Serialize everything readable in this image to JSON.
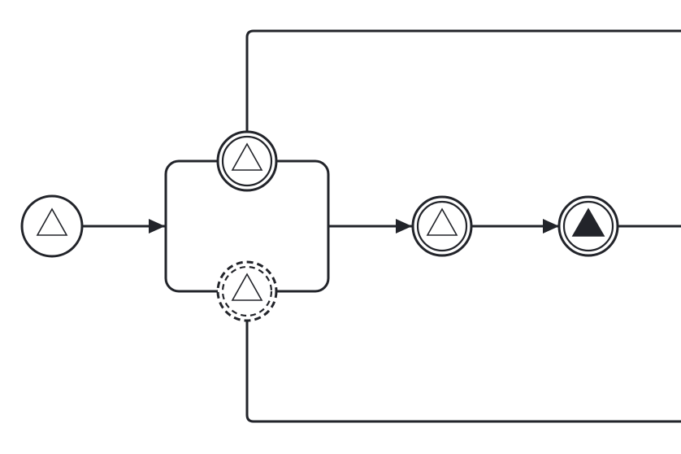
{
  "diagram": {
    "type": "bpmn-signal-event-flow",
    "colors": {
      "stroke": "#22242a",
      "background": "#ffffff",
      "filled_marker": "#22242a"
    },
    "nodes": [
      {
        "id": "start-event",
        "kind": "signal-start-event",
        "marker": "signal-outline-icon"
      },
      {
        "id": "sub-process",
        "kind": "sub-process"
      },
      {
        "id": "boundary-event-interrupting",
        "kind": "signal-boundary-event-interrupting",
        "marker": "signal-outline-icon"
      },
      {
        "id": "boundary-event-non-interrupting",
        "kind": "signal-boundary-event-non-interrupting",
        "marker": "signal-outline-icon"
      },
      {
        "id": "intermediate-catch-event",
        "kind": "signal-intermediate-catch-event",
        "marker": "signal-outline-icon"
      },
      {
        "id": "intermediate-throw-event",
        "kind": "signal-intermediate-throw-event",
        "marker": "signal-filled-icon"
      }
    ],
    "flows": [
      {
        "from": "start-event",
        "to": "sub-process"
      },
      {
        "from": "sub-process",
        "to": "intermediate-catch-event"
      },
      {
        "from": "intermediate-catch-event",
        "to": "intermediate-throw-event"
      },
      {
        "from": "intermediate-throw-event",
        "to": "offscreen"
      },
      {
        "from": "boundary-event-interrupting",
        "to": "offscreen"
      },
      {
        "from": "boundary-event-non-interrupting",
        "to": "offscreen"
      }
    ]
  }
}
